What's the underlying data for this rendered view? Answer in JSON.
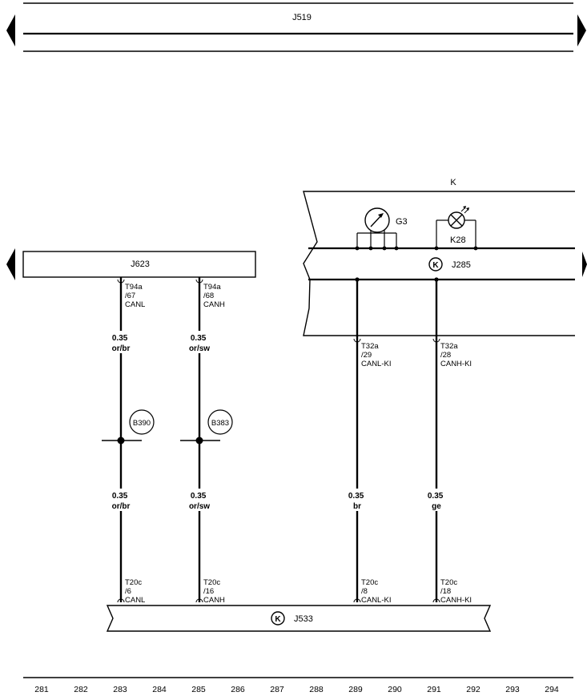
{
  "top_module": {
    "name": "J519"
  },
  "instrument_cluster": {
    "name": "K",
    "gauge": "G3",
    "lamp": "K28",
    "module": "J285"
  },
  "engine_module": {
    "name": "J623"
  },
  "gateway_module": {
    "name": "J533"
  },
  "pins_top": {
    "p1": {
      "conn": "T94a",
      "pin": "/67",
      "sig": "CANL"
    },
    "p2": {
      "conn": "T94a",
      "pin": "/68",
      "sig": "CANH"
    },
    "p3": {
      "conn": "T32a",
      "pin": "/29",
      "sig": "CANL-KI"
    },
    "p4": {
      "conn": "T32a",
      "pin": "/28",
      "sig": "CANH-KI"
    }
  },
  "pins_bottom": {
    "p1": {
      "conn": "T20c",
      "pin": "/6",
      "sig": "CANL"
    },
    "p2": {
      "conn": "T20c",
      "pin": "/16",
      "sig": "CANH"
    },
    "p3": {
      "conn": "T20c",
      "pin": "/8",
      "sig": "CANL-KI"
    },
    "p4": {
      "conn": "T20c",
      "pin": "/18",
      "sig": "CANH-KI"
    }
  },
  "wires_upper": {
    "w1": {
      "size": "0.35",
      "color": "or/br"
    },
    "w2": {
      "size": "0.35",
      "color": "or/sw"
    }
  },
  "wires_lower": {
    "w1": {
      "size": "0.35",
      "color": "or/br"
    },
    "w2": {
      "size": "0.35",
      "color": "or/sw"
    },
    "w3": {
      "size": "0.35",
      "color": "br"
    },
    "w4": {
      "size": "0.35",
      "color": "ge"
    }
  },
  "splices": {
    "s1": "B390",
    "s2": "B383"
  },
  "columns": [
    "281",
    "282",
    "283",
    "284",
    "285",
    "286",
    "287",
    "288",
    "289",
    "290",
    "291",
    "292",
    "293",
    "294"
  ]
}
